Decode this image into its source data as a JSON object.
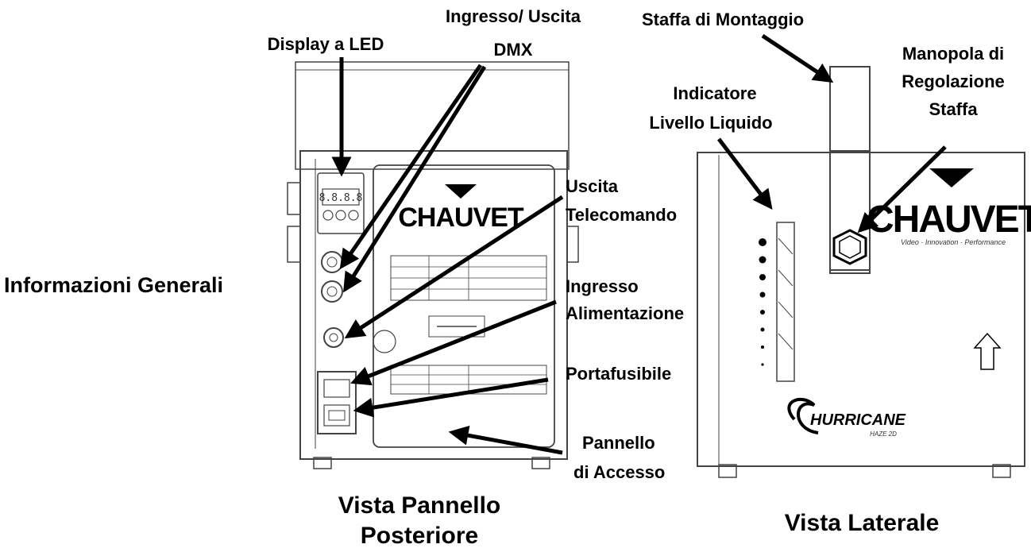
{
  "section_title": "Informazioni Generali",
  "brand": "CHAUVET",
  "brand_tagline": "Video · Innovation · Performance",
  "product_logo": "HURRICANE",
  "product_model": "HAZE 2D",
  "views": {
    "rear_line1": "Vista Pannello",
    "rear_line2": "Posteriore",
    "side": "Vista Laterale"
  },
  "callouts": {
    "led_display": "Display a LED",
    "dmx_line1": "Ingresso/ Uscita",
    "dmx_line2": "DMX",
    "remote_line1": "Uscita",
    "remote_line2": "Telecomando",
    "power_line1": "Ingresso",
    "power_line2": "Alimentazione",
    "fuse": "Portafusibile",
    "access_line1": "Pannello",
    "access_line2": "di Accesso",
    "bracket": "Staffa di Montaggio",
    "knob_line1": "Manopola di",
    "knob_line2": "Regolazione",
    "knob_line3": "Staffa",
    "level_line1": "Indicatore",
    "level_line2": "Livello Liquido"
  },
  "icons": [
    "led-display-icon",
    "xlr-connector-icon",
    "power-inlet-icon",
    "fuse-holder-icon",
    "hex-knob-icon",
    "up-arrow-icon"
  ]
}
